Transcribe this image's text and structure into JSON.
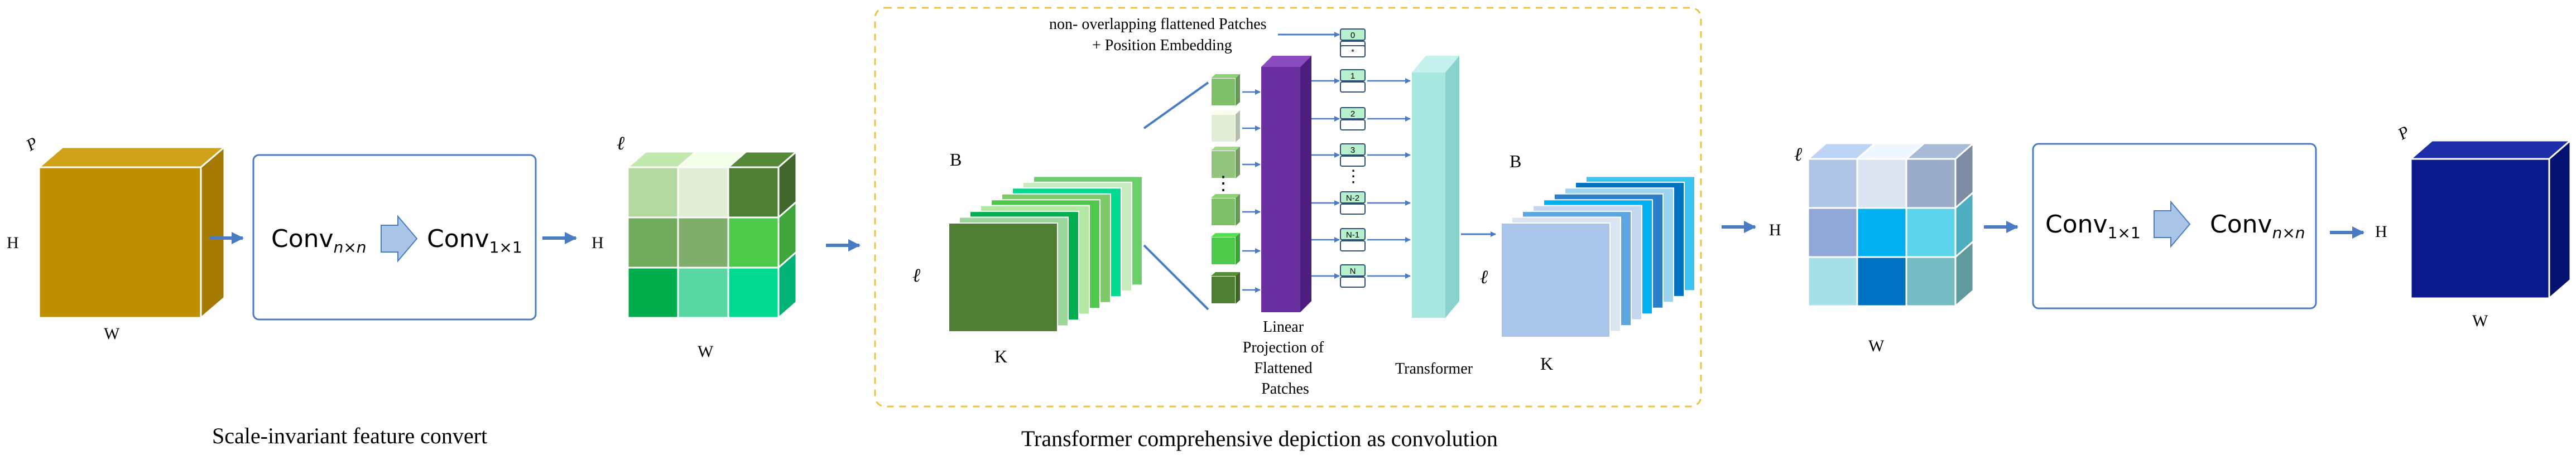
{
  "left_block": {
    "dims": {
      "depth": "P",
      "height": "H",
      "width": "W"
    },
    "conv_first": {
      "base": "Conv",
      "sub": "n×n"
    },
    "conv_second": {
      "base": "Conv",
      "sub": "1×1"
    },
    "caption": "Scale-invariant feature convert"
  },
  "green_cube": {
    "dims": {
      "depth": "ℓ",
      "height": "H",
      "width": "W"
    },
    "colors": [
      "#b4d8a0",
      "#e2edd6",
      "#4f7f33",
      "#6faa5d",
      "#7fad6a",
      "#4ec949",
      "#00ad4d",
      "#59d8a3",
      "#00d98f"
    ]
  },
  "transformer_block": {
    "stack_labels": {
      "top": "B",
      "left": "ℓ",
      "bottom": "K"
    },
    "patch_note_line1": "non- overlapping flattened Patches",
    "patch_note_line2": "+ Position Embedding",
    "tokens": [
      "0",
      "*",
      "1",
      "2",
      "3",
      "⋮",
      "N-2",
      "N-1",
      "N"
    ],
    "linear_projection": [
      "Linear",
      "Projection of",
      "Flattened",
      "Patches"
    ],
    "transformer_label": "Transformer",
    "output_labels": {
      "top": "B",
      "left": "ℓ",
      "bottom": "K"
    },
    "caption": "Transformer comprehensive depiction as convolution"
  },
  "blue_cube": {
    "dims": {
      "depth": "ℓ",
      "height": "H",
      "width": "W"
    },
    "colors": [
      "#b0c4e4",
      "#dbe5f2",
      "#9bacc8",
      "#90a7d6",
      "#00b0f0",
      "#5ed4ea",
      "#a6dfe6",
      "#0070c0",
      "#74bcc1"
    ]
  },
  "right_block": {
    "conv_first": {
      "base": "Conv",
      "sub": "1×1"
    },
    "conv_second": {
      "base": "Conv",
      "sub": "n×n"
    },
    "dims": {
      "depth": "P",
      "height": "H",
      "width": "W"
    }
  },
  "colors": {
    "arrow": "#4a7cc4",
    "gold_cube": "#bf9000",
    "navy_cube": "#0a1a8c",
    "dashed_border": "#f0c040",
    "purple_bar": "#6a2fa0",
    "transformer_bar": "#a8e6e0",
    "token_fill": "#b6f0cc"
  }
}
